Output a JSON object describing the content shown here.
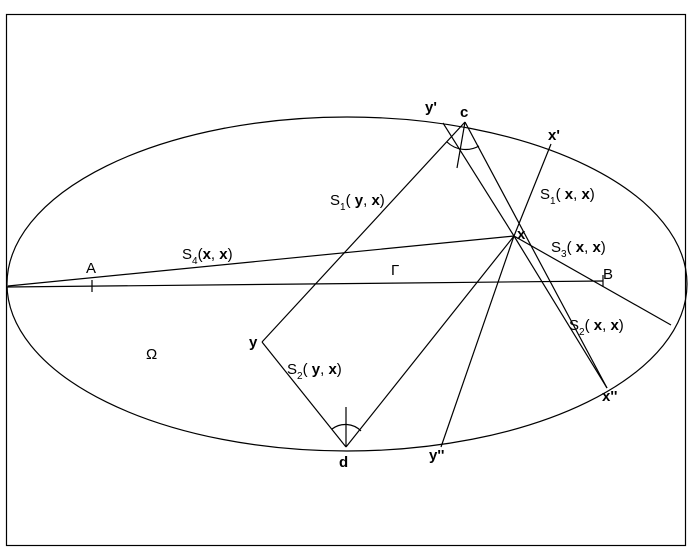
{
  "labels": {
    "y_prime": "y'",
    "c": "c",
    "x_prime": "x'",
    "x": "x",
    "A": "A",
    "B": "B",
    "Gamma": "Γ",
    "Omega": "Ω",
    "y": "y",
    "d": "d",
    "y_dprime": "y''",
    "x_dprime": "x''"
  },
  "segments": {
    "s1_yx": {
      "S": "S",
      "sub": "1",
      "open": "( ",
      "a": "y",
      "comma": ", ",
      "b": "x",
      "close": ")"
    },
    "s1_xx": {
      "S": "S",
      "sub": "1",
      "open": "( ",
      "a": "x",
      "comma": ", ",
      "b": "x",
      "close": ")"
    },
    "s4_xx": {
      "S": "S",
      "sub": "4",
      "open": "(",
      "a": "x",
      "comma": ", ",
      "b": "x",
      "close": ")"
    },
    "s3_xx": {
      "S": "S",
      "sub": "3",
      "open": "( ",
      "a": "x",
      "comma": ", ",
      "b": "x",
      "close": ")"
    },
    "s2_xx": {
      "S": "S",
      "sub": "2",
      "open": "( ",
      "a": "x",
      "comma": ", ",
      "b": "x",
      "close": ")"
    },
    "s2_yx": {
      "S": "S",
      "sub": "2",
      "open": "( ",
      "a": "y",
      "comma": ", ",
      "b": "x",
      "close": ")"
    }
  }
}
